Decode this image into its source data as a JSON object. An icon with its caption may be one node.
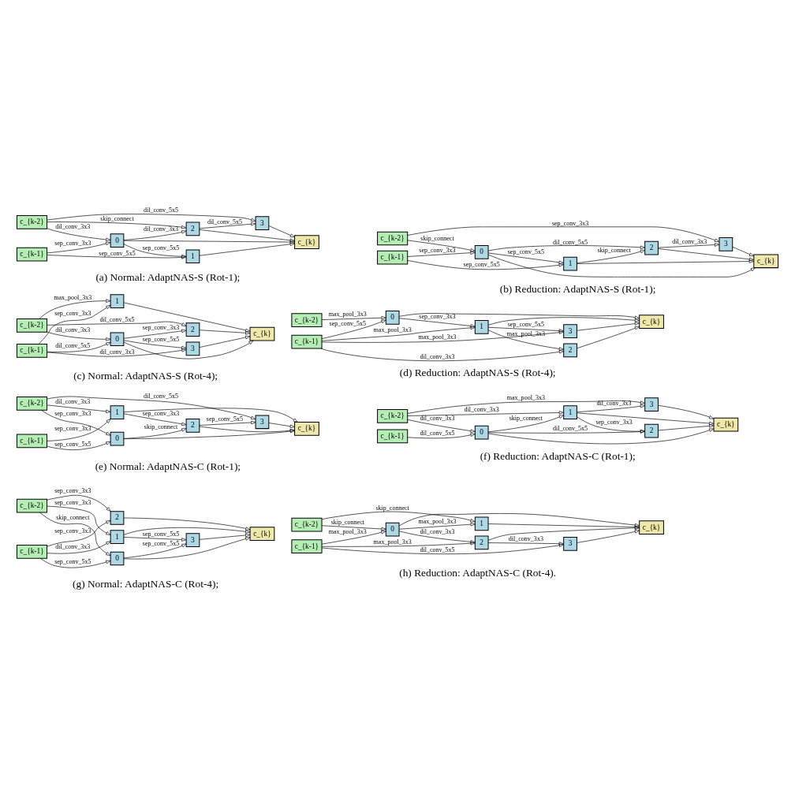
{
  "diagram": {
    "nodes": [
      {
        "text": [
          "c_{k-2}"
        ]
      },
      {
        "text": [
          "c_{k-1}"
        ]
      },
      {
        "text": [
          "0"
        ]
      },
      {
        "text": [
          "1"
        ]
      },
      {
        "text": [
          "2"
        ]
      },
      {
        "text": [
          "3"
        ]
      },
      {
        "text": [
          "c_{k}"
        ]
      },
      {
        "text": [
          "c_{k-2}"
        ]
      },
      {
        "text": [
          "c_{k-1}"
        ]
      },
      {
        "text": [
          "0"
        ]
      },
      {
        "text": [
          "1"
        ]
      },
      {
        "text": [
          "2"
        ]
      },
      {
        "text": [
          "3"
        ]
      },
      {
        "text": [
          "c_{k}"
        ]
      },
      {
        "text": [
          "c_{k-2}"
        ]
      },
      {
        "text": [
          "c_{k-1}"
        ]
      },
      {
        "text": [
          "0"
        ]
      },
      {
        "text": [
          "1"
        ]
      },
      {
        "text": [
          "2"
        ]
      },
      {
        "text": [
          "3"
        ]
      },
      {
        "text": [
          "c_{k}"
        ]
      },
      {
        "text": [
          "c_{k-2}"
        ]
      },
      {
        "text": [
          "c_{k-1}"
        ]
      },
      {
        "text": [
          "0"
        ]
      },
      {
        "text": [
          "1"
        ]
      },
      {
        "text": [
          "2"
        ]
      },
      {
        "text": [
          "3"
        ]
      },
      {
        "text": [
          "c_{k}"
        ]
      },
      {
        "text": [
          "c_{k-2}"
        ]
      },
      {
        "text": [
          "c_{k-1}"
        ]
      },
      {
        "text": [
          "0"
        ]
      },
      {
        "text": [
          "1"
        ]
      },
      {
        "text": [
          "2"
        ]
      },
      {
        "text": [
          "3"
        ]
      },
      {
        "text": [
          "c_{k}"
        ]
      },
      {
        "text": [
          "c_{k-2}"
        ]
      },
      {
        "text": [
          "c_{k-1}"
        ]
      },
      {
        "text": [
          "0"
        ]
      },
      {
        "text": [
          "1"
        ]
      },
      {
        "text": [
          "2"
        ]
      },
      {
        "text": [
          "3"
        ]
      },
      {
        "text": [
          "c_{k}"
        ]
      },
      {
        "text": [
          "c_{k-2}"
        ]
      },
      {
        "text": [
          "c_{k-1}"
        ]
      },
      {
        "text": [
          "0"
        ]
      },
      {
        "text": [
          "1"
        ]
      },
      {
        "text": [
          "2"
        ]
      },
      {
        "text": [
          "3"
        ]
      },
      {
        "text": [
          "c_{k}"
        ]
      },
      {
        "text": [
          "c_{k-2}"
        ]
      },
      {
        "text": [
          "c_{k-1}"
        ]
      },
      {
        "text": [
          "0"
        ]
      },
      {
        "text": [
          "1"
        ]
      },
      {
        "text": [
          "2"
        ]
      },
      {
        "text": [
          "3"
        ]
      },
      {
        "text": [
          "c_{k}"
        ]
      }
    ],
    "edges": [
      {
        "from": 0,
        "to": 2,
        "arrow": "to",
        "label": "dil_conv_3x3"
      },
      {
        "from": 1,
        "to": 2,
        "arrow": "to",
        "label": "sep_conv_3x3"
      },
      {
        "from": 1,
        "to": 3,
        "arrow": "to",
        "label": "sep_conv_5x5"
      },
      {
        "from": 2,
        "to": 3,
        "arrow": "to",
        "label": "sep_conv_5x5"
      },
      {
        "from": 0,
        "to": 4,
        "arrow": "to",
        "label": "skip_connect"
      },
      {
        "from": 2,
        "to": 4,
        "arrow": "to",
        "label": "dil_conv_3x3"
      },
      {
        "from": 0,
        "to": 5,
        "arrow": "to",
        "label": "dil_conv_5x5"
      },
      {
        "from": 4,
        "to": 5,
        "arrow": "to",
        "label": "dil_conv_5x5"
      },
      {
        "from": 2,
        "to": 6,
        "arrow": "to"
      },
      {
        "from": 3,
        "to": 6,
        "arrow": "to"
      },
      {
        "from": 4,
        "to": 6,
        "arrow": "to"
      },
      {
        "from": 5,
        "to": 6,
        "arrow": "to"
      },
      {
        "from": 7,
        "to": 9,
        "arrow": "to",
        "label": "skip_connect"
      },
      {
        "from": 8,
        "to": 9,
        "arrow": "to",
        "label": "sep_conv_3x3"
      },
      {
        "from": 8,
        "to": 10,
        "arrow": "to",
        "label": "sep_conv_5x5"
      },
      {
        "from": 9,
        "to": 10,
        "arrow": "to",
        "label": "sep_conv_5x5"
      },
      {
        "from": 10,
        "to": 11,
        "arrow": "to",
        "label": "skip_connect"
      },
      {
        "from": 9,
        "to": 11,
        "arrow": "to",
        "label": "dil_conv_5x5"
      },
      {
        "from": 7,
        "to": 12,
        "arrow": "to",
        "label": "sep_conv_3x3"
      },
      {
        "from": 11,
        "to": 12,
        "arrow": "to",
        "label": "dil_conv_3x3"
      },
      {
        "from": 9,
        "to": 13,
        "arrow": "to"
      },
      {
        "from": 10,
        "to": 13,
        "arrow": "to"
      },
      {
        "from": 11,
        "to": 13,
        "arrow": "to"
      },
      {
        "from": 12,
        "to": 13,
        "arrow": "to"
      },
      {
        "from": 14,
        "to": 16,
        "arrow": "to",
        "label": "dil_conv_3x3"
      },
      {
        "from": 15,
        "to": 16,
        "arrow": "to",
        "label": "dil_conv_5x5"
      },
      {
        "from": 14,
        "to": 17,
        "arrow": "to",
        "label": "max_pool_3x3"
      },
      {
        "from": 15,
        "to": 17,
        "arrow": "to",
        "label": "sep_conv_3x3"
      },
      {
        "from": 14,
        "to": 18,
        "arrow": "to",
        "label": "dil_conv_5x5"
      },
      {
        "from": 16,
        "to": 18,
        "arrow": "to",
        "label": "sep_conv_3x3"
      },
      {
        "from": 16,
        "to": 19,
        "arrow": "to",
        "label": "sep_conv_5x5"
      },
      {
        "from": 15,
        "to": 19,
        "arrow": "to",
        "label": "dil_conv_3x3"
      },
      {
        "from": 16,
        "to": 20,
        "arrow": "to"
      },
      {
        "from": 17,
        "to": 20,
        "arrow": "to"
      },
      {
        "from": 18,
        "to": 20,
        "arrow": "to"
      },
      {
        "from": 19,
        "to": 20,
        "arrow": "to"
      },
      {
        "from": 21,
        "to": 23,
        "arrow": "to",
        "label": "max_pool_3x3"
      },
      {
        "from": 22,
        "to": 23,
        "arrow": "to",
        "label": "sep_conv_5x5"
      },
      {
        "from": 23,
        "to": 24,
        "arrow": "to",
        "label": "sep_conv_3x3"
      },
      {
        "from": 22,
        "to": 24,
        "arrow": "to",
        "label": "max_pool_3x3"
      },
      {
        "from": 24,
        "to": 25,
        "arrow": "to",
        "label": "max_pool_3x3"
      },
      {
        "from": 22,
        "to": 25,
        "arrow": "to",
        "label": "dil_conv_3x3"
      },
      {
        "from": 24,
        "to": 26,
        "arrow": "to",
        "label": "sep_conv_5x5"
      },
      {
        "from": 22,
        "to": 26,
        "arrow": "to",
        "label": "max_pool_3x3"
      },
      {
        "from": 23,
        "to": 27,
        "arrow": "to"
      },
      {
        "from": 24,
        "to": 27,
        "arrow": "to"
      },
      {
        "from": 25,
        "to": 27,
        "arrow": "to"
      },
      {
        "from": 26,
        "to": 27,
        "arrow": "to"
      },
      {
        "from": 28,
        "to": 30,
        "arrow": "to",
        "label": "sep_conv_3x3"
      },
      {
        "from": 29,
        "to": 30,
        "arrow": "to",
        "label": "sep_conv_5x5"
      },
      {
        "from": 28,
        "to": 31,
        "arrow": "to",
        "label": "dil_conv_3x3"
      },
      {
        "from": 29,
        "to": 31,
        "arrow": "to",
        "label": "sep_conv_3x3"
      },
      {
        "from": 31,
        "to": 32,
        "arrow": "to",
        "label": "sep_conv_3x3"
      },
      {
        "from": 30,
        "to": 32,
        "arrow": "to",
        "label": "skip_connect"
      },
      {
        "from": 28,
        "to": 33,
        "arrow": "to",
        "label": "dil_conv_5x5"
      },
      {
        "from": 32,
        "to": 33,
        "arrow": "to",
        "label": "sep_conv_5x5"
      },
      {
        "from": 30,
        "to": 34,
        "arrow": "to"
      },
      {
        "from": 31,
        "to": 34,
        "arrow": "to"
      },
      {
        "from": 32,
        "to": 34,
        "arrow": "to"
      },
      {
        "from": 33,
        "to": 34,
        "arrow": "to"
      },
      {
        "from": 35,
        "to": 37,
        "arrow": "to",
        "label": "dil_conv_3x3"
      },
      {
        "from": 36,
        "to": 37,
        "arrow": "to",
        "label": "dil_conv_5x5"
      },
      {
        "from": 35,
        "to": 38,
        "arrow": "to",
        "label": "dil_conv_3x3"
      },
      {
        "from": 37,
        "to": 38,
        "arrow": "to",
        "label": "skip_connect"
      },
      {
        "from": 38,
        "to": 39,
        "arrow": "to",
        "label": "sep_conv_3x3"
      },
      {
        "from": 37,
        "to": 39,
        "arrow": "to",
        "label": "dil_conv_5x5"
      },
      {
        "from": 35,
        "to": 40,
        "arrow": "to",
        "label": "max_pool_3x3"
      },
      {
        "from": 38,
        "to": 40,
        "arrow": "to",
        "label": "dil_conv_3x3"
      },
      {
        "from": 37,
        "to": 41,
        "arrow": "to"
      },
      {
        "from": 38,
        "to": 41,
        "arrow": "to"
      },
      {
        "from": 39,
        "to": 41,
        "arrow": "to"
      },
      {
        "from": 40,
        "to": 41,
        "arrow": "to"
      },
      {
        "from": 42,
        "to": 45,
        "arrow": "to",
        "label": "sep_conv_3x3"
      },
      {
        "from": 42,
        "to": 44,
        "arrow": "to",
        "label": "skip_connect"
      },
      {
        "from": 43,
        "to": 45,
        "arrow": "to",
        "label": "dil_conv_3x3"
      },
      {
        "from": 43,
        "to": 44,
        "arrow": "to",
        "label": "sep_conv_5x5"
      },
      {
        "from": 42,
        "to": 46,
        "arrow": "to",
        "label": "sep_conv_3x3"
      },
      {
        "from": 43,
        "to": 46,
        "arrow": "to",
        "label": "sep_conv_3x3"
      },
      {
        "from": 45,
        "to": 47,
        "arrow": "to",
        "label": "sep_conv_5x5"
      },
      {
        "from": 44,
        "to": 47,
        "arrow": "to",
        "label": "sep_conv_5x5"
      },
      {
        "from": 44,
        "to": 48,
        "arrow": "to"
      },
      {
        "from": 45,
        "to": 48,
        "arrow": "to"
      },
      {
        "from": 46,
        "to": 48,
        "arrow": "to"
      },
      {
        "from": 47,
        "to": 48,
        "arrow": "to"
      },
      {
        "from": 49,
        "to": 51,
        "arrow": "to",
        "label": "skip_connect"
      },
      {
        "from": 50,
        "to": 51,
        "arrow": "to",
        "label": "max_pool_3x3"
      },
      {
        "from": 49,
        "to": 52,
        "arrow": "to",
        "label": "skip_connect"
      },
      {
        "from": 51,
        "to": 52,
        "arrow": "to",
        "label": "max_pool_3x3"
      },
      {
        "from": 51,
        "to": 53,
        "arrow": "to",
        "label": "dil_conv_3x3"
      },
      {
        "from": 50,
        "to": 53,
        "arrow": "to",
        "label": "max_pool_3x3"
      },
      {
        "from": 53,
        "to": 54,
        "arrow": "to",
        "label": "dil_conv_3x3"
      },
      {
        "from": 50,
        "to": 54,
        "arrow": "to",
        "label": "dil_conv_5x5"
      },
      {
        "from": 51,
        "to": 55,
        "arrow": "to"
      },
      {
        "from": 52,
        "to": 55,
        "arrow": "to"
      },
      {
        "from": 53,
        "to": 55,
        "arrow": "to"
      },
      {
        "from": 54,
        "to": 55,
        "arrow": "to"
      }
    ],
    "labels": [
      "(a) Normal: AdaptNAS-S (Rot-1);",
      "(b) Reduction: AdaptNAS-S (Rot-1);",
      "(c) Normal: AdaptNAS-S (Rot-4);",
      "(d) Reduction: AdaptNAS-S (Rot-4);",
      "(e) Normal: AdaptNAS-C (Rot-1);",
      "(f) Reduction: AdaptNAS-C (Rot-1);",
      "(g) Normal: AdaptNAS-C (Rot-4);",
      "(h) Reduction: AdaptNAS-C (Rot-4)."
    ]
  }
}
